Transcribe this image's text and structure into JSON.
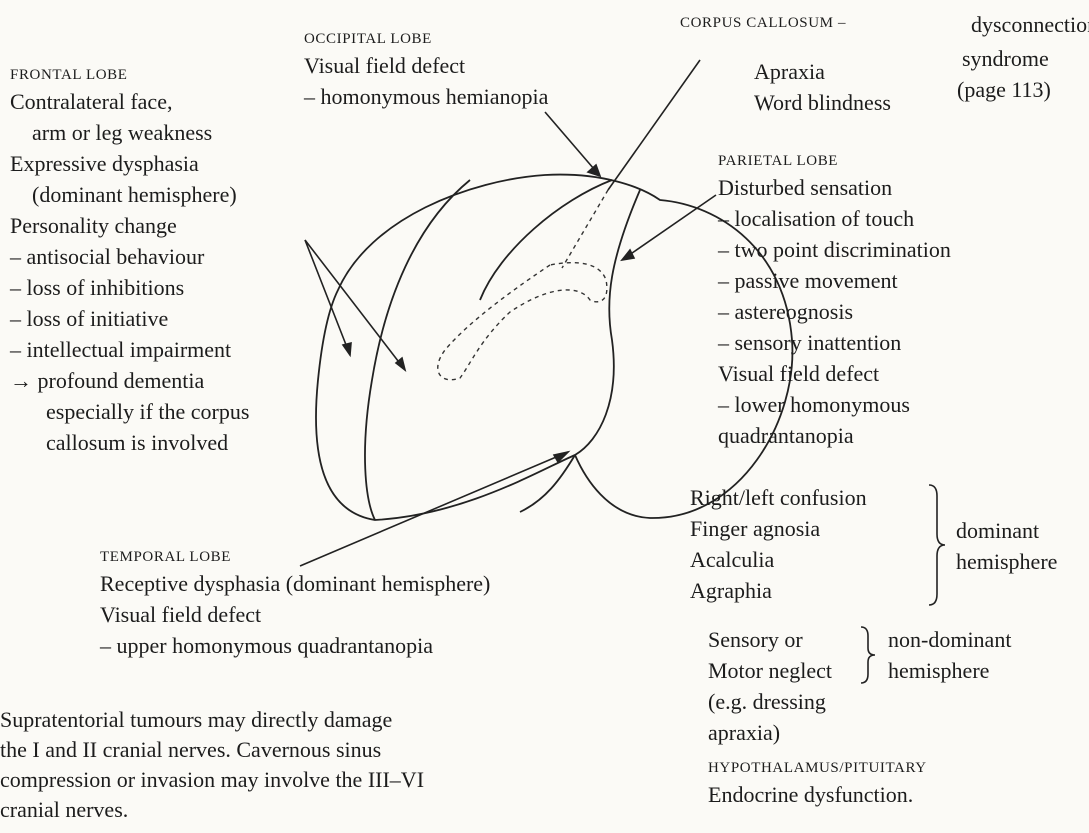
{
  "frontal": {
    "heading": "FRONTAL LOBE",
    "lines": [
      "Contralateral face,",
      "arm or leg weakness",
      "Expressive dysphasia",
      "(dominant hemisphere)",
      "Personality change",
      "– antisocial behaviour",
      "– loss of inhibitions",
      "– loss of initiative",
      "– intellectual impairment",
      "→  profound dementia",
      "especially if the corpus",
      "callosum is involved"
    ]
  },
  "occipital": {
    "heading": "OCCIPITAL LOBE",
    "lines": [
      "Visual field defect",
      "– homonymous hemianopia"
    ]
  },
  "corpus_callosum": {
    "heading": "CORPUS CALLOSUM –",
    "label": "dysconnection",
    "label2": "syndrome",
    "page_ref": "(page 113)",
    "items": [
      "Apraxia",
      "Word blindness"
    ]
  },
  "parietal": {
    "heading": "PARIETAL LOBE",
    "lines": [
      "Disturbed sensation",
      "– localisation of touch",
      "– two point discrimination",
      "– passive movement",
      "– astereognosis",
      "– sensory inattention",
      "Visual field defect",
      "– lower homonymous",
      "quadrantanopia"
    ]
  },
  "dominant_group": {
    "items": [
      "Right/left confusion",
      "Finger agnosia",
      "Acalculia",
      "Agraphia"
    ],
    "label": [
      "dominant",
      "hemisphere"
    ]
  },
  "nondominant_group": {
    "items": [
      "Sensory or",
      "Motor neglect",
      "(e.g. dressing",
      "apraxia)"
    ],
    "label": [
      "non-dominant",
      "hemisphere"
    ]
  },
  "hypothalamus": {
    "heading": "HYPOTHALAMUS/PITUITARY",
    "text": "Endocrine dysfunction."
  },
  "temporal": {
    "heading": "TEMPORAL LOBE",
    "lines": [
      "Receptive dysphasia (dominant hemisphere)",
      "Visual field defect",
      "– upper homonymous quadrantanopia"
    ]
  },
  "footnote": {
    "lines": [
      "Supratentorial tumours may directly damage",
      "the I and II cranial nerves. Cavernous sinus",
      "compression or invasion may involve the III–VI",
      "cranial nerves."
    ]
  }
}
